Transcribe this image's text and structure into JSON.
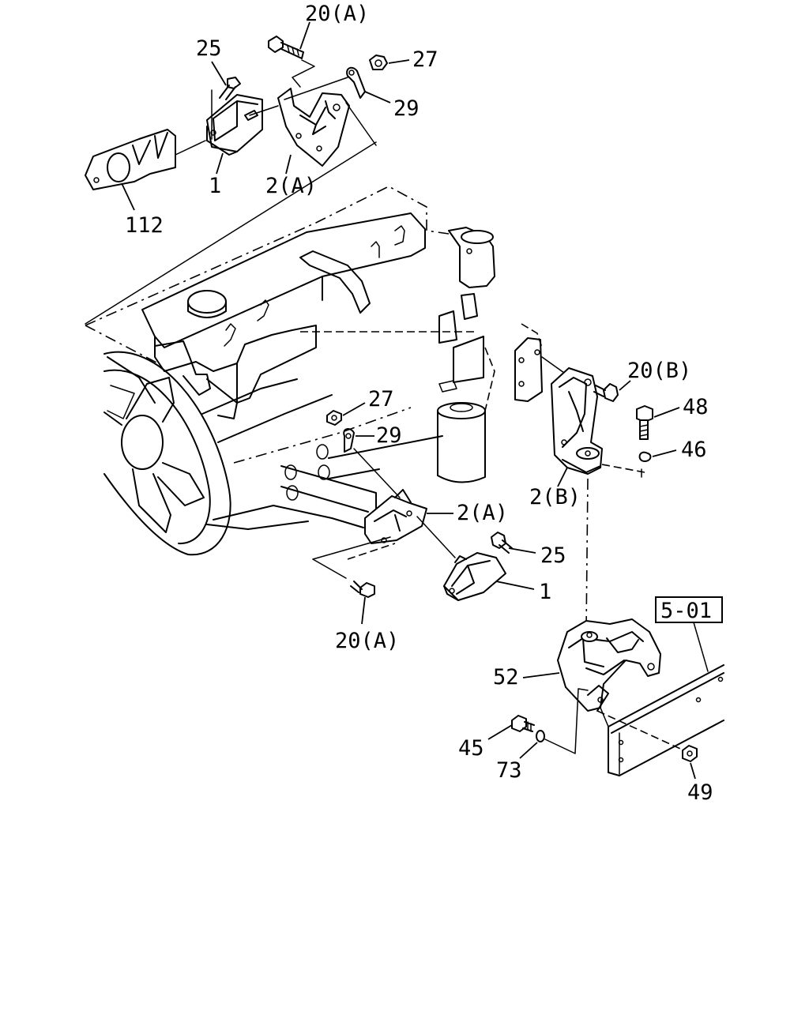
{
  "labels": {
    "p20a_top": "20(A)",
    "p25_top": "25",
    "p27_top": "27",
    "p29_top": "29",
    "p1_top": "1",
    "p2a_top": "2(A)",
    "p112": "112",
    "p20b": "20(B)",
    "p48": "48",
    "p46": "46",
    "p2b": "2(B)",
    "p27_mid": "27",
    "p29_mid": "29",
    "p2a_mid": "2(A)",
    "p25_mid": "25",
    "p1_mid": "1",
    "p20a_bot": "20(A)",
    "ref": "5-01",
    "p52": "52",
    "p45": "45",
    "p73": "73",
    "p49": "49"
  }
}
